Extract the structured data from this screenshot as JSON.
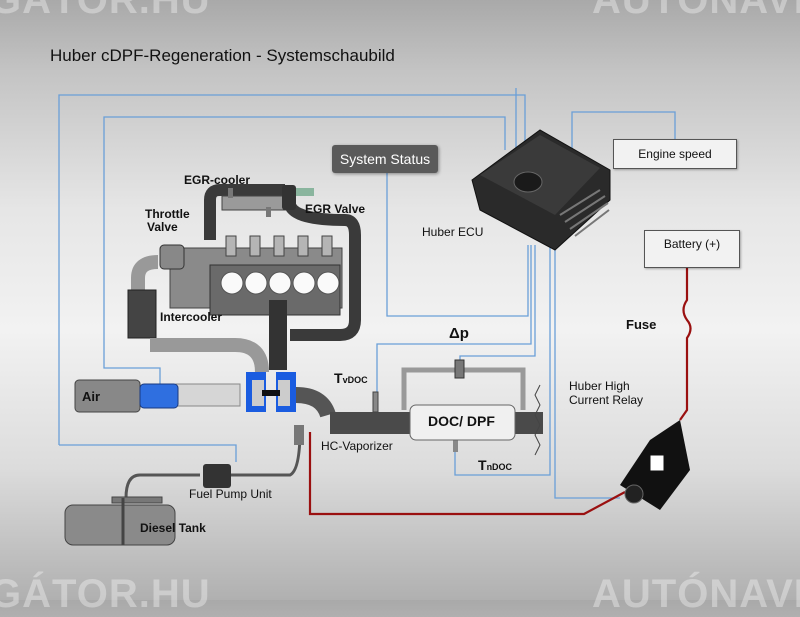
{
  "title": "Huber cDPF-Regeneration - Systemschaubild",
  "watermarks": [
    "GÁTOR.HU",
    "AUTÓNAVI",
    "GÁTOR.HU",
    "AUTÓNAVI"
  ],
  "system_status": "System Status",
  "components": {
    "ecu": "Huber ECU",
    "engine_speed": "Engine speed",
    "battery": "Battery (+)",
    "fuse": "Fuse",
    "relay_line1": "Huber High",
    "relay_line2": "Current Relay",
    "egr_cooler": "EGR-cooler",
    "egr_valve": "EGR Valve",
    "throttle_line1": "Throttle",
    "throttle_line2": "Valve",
    "intercooler": "Intercooler",
    "air": "Air",
    "delta_p": "Δp",
    "t_vdoc_main": "T",
    "t_vdoc_sub": "vDOC",
    "t_ndoc_main": "T",
    "t_ndoc_sub": "nDOC",
    "doc_dpf": "DOC/ DPF",
    "hc_vaporizer": "HC-Vaporizer",
    "fuel_pump": "Fuel Pump Unit",
    "diesel_tank": "Diesel Tank"
  },
  "colors": {
    "signal_wire": "#6a9fd8",
    "power_wire": "#9a1010",
    "turbo": "#1a5ce0"
  }
}
